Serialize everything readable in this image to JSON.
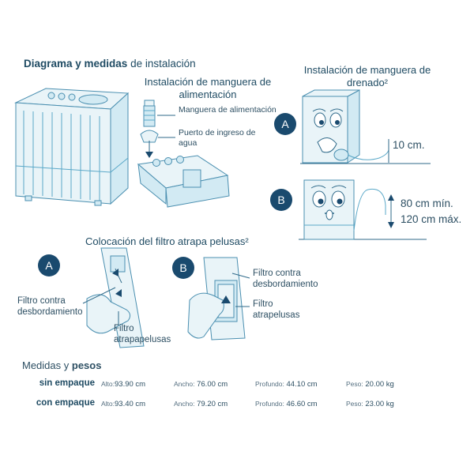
{
  "header": {
    "title_bold": "Diagrama y medidas",
    "title_rest": " de instalación"
  },
  "feed_hose": {
    "title_line1": "Instalación de manguera de",
    "title_line2": "alimentación",
    "label_hose": "Manguera de alimentación",
    "label_port_line1": "Puerto de ingreso de",
    "label_port_line2": "agua"
  },
  "drain_hose": {
    "title_line1": "Instalación de manguera de",
    "title_line2": "drenado²",
    "badge_a": "A",
    "badge_b": "B",
    "measure_a": "10 cm.",
    "measure_b_min": "80 cm mín.",
    "measure_b_max": "120 cm máx."
  },
  "lint_filter": {
    "title": "Colocación del filtro atrapa pelusas²",
    "badge_a": "A",
    "badge_b": "B",
    "a_overflow_line1": "Filtro contra",
    "a_overflow_line2": "desbordamiento",
    "a_lint_line1": "Filtro",
    "a_lint_line2": "atrapapelusas",
    "b_overflow_line1": "Filtro contra",
    "b_overflow_line2": "desbordamiento",
    "b_lint_line1": "Filtro",
    "b_lint_line2": "atrapelusas"
  },
  "measures": {
    "heading_plain": "Medidas y ",
    "heading_bold": "pesos",
    "rows": [
      {
        "label": "sin empaque",
        "alto_k": "Alto:",
        "alto": "93.90 cm",
        "ancho_k": "Ancho:",
        "ancho": "76.00 cm",
        "profundo_k": "Profundo:",
        "profundo": "44.10 cm",
        "peso_k": "Peso:",
        "peso": "20.00 kg"
      },
      {
        "label": "con empaque",
        "alto_k": "Alto:",
        "alto": "93.40 cm",
        "ancho_k": "Ancho:",
        "ancho": "79.20 cm",
        "profundo_k": "Profundo:",
        "profundo": "46.60 cm",
        "peso_k": "Peso:",
        "peso": "23.00 kg"
      }
    ]
  },
  "colors": {
    "badge": "#1a4a6e",
    "text": "#1f4b63",
    "line": "#2f6a8a"
  }
}
